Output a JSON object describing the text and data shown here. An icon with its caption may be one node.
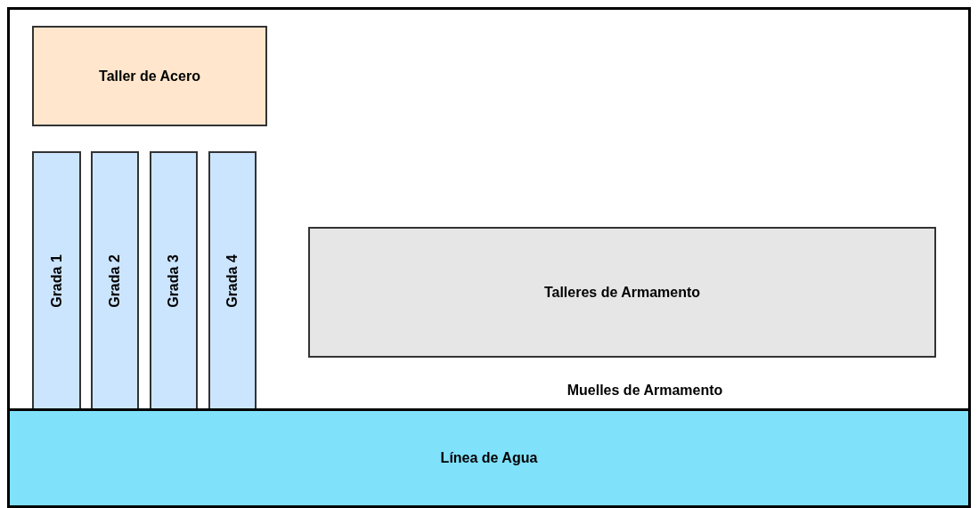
{
  "diagram": {
    "nodes": [
      {
        "text": [
          "Muelles de Armamento"
        ]
      },
      {
        "text": [
          "Taller de Acero"
        ],
        "in": 0
      },
      {
        "text": [
          "Grada 1"
        ],
        "in": 0
      },
      {
        "text": [
          "Grada 2"
        ],
        "in": 0
      },
      {
        "text": [
          "Grada 3"
        ],
        "in": 0
      },
      {
        "text": [
          "Grada 4"
        ],
        "in": 0
      },
      {
        "text": [
          "Talleres de Armamento"
        ],
        "in": 0
      },
      {
        "text": [
          "Línea de Agua"
        ]
      }
    ]
  }
}
